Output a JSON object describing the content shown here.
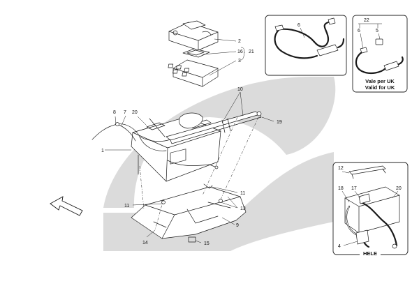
{
  "colors": {
    "watermark": "#cfcfcf",
    "line": "#1a1a1a",
    "background": "#ffffff"
  },
  "icons": {
    "direction": "arrow-icon"
  },
  "callouts": {
    "n1": "1",
    "n2": "2",
    "n3": "3",
    "n7": "7",
    "n8": "8",
    "n9": "9",
    "n10": "10",
    "n11a": "11",
    "n11b": "11",
    "n13": "13",
    "n14": "14",
    "n15": "15",
    "n16": "16",
    "n19": "19",
    "n20": "20",
    "n21": "21"
  },
  "inset_charger": {
    "n6": "6"
  },
  "inset_uk": {
    "n22": "22",
    "n6": "6",
    "n5": "5",
    "note_it": "Vale per UK",
    "note_en": "Valid for UK"
  },
  "inset_hele": {
    "n12": "12",
    "n18": "18",
    "n17": "17",
    "n20": "20",
    "n4": "4",
    "caption": "HELE"
  }
}
